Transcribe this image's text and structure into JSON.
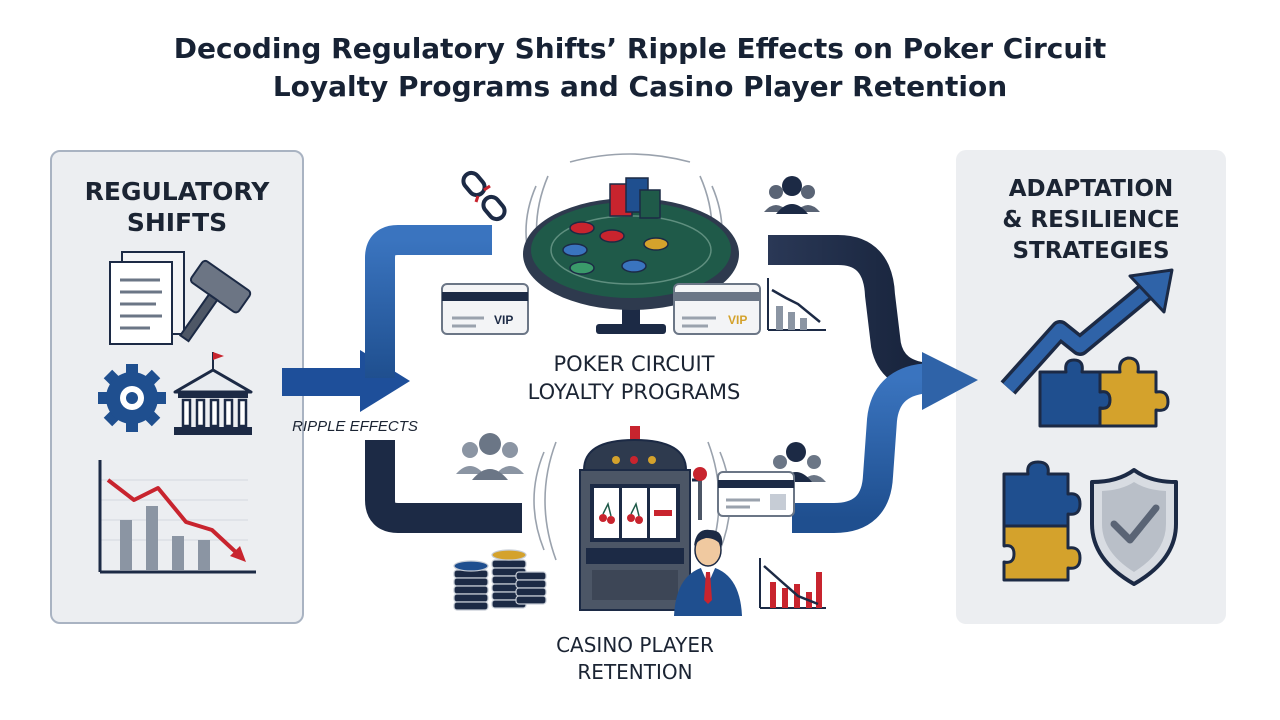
{
  "title_line1": "Decoding Regulatory Shifts’ Ripple Effects on Poker Circuit",
  "title_line2": "Loyalty Programs and Casino Player Retention",
  "left_panel": {
    "line1": "REGULATORY",
    "line2": "SHIFTS"
  },
  "ripple_label": "RIPPLE EFFECTS",
  "poker": {
    "line1": "POKER CIRCUIT",
    "line2": "LOYALTY PROGRAMS"
  },
  "casino": {
    "line1": "CASINO PLAYER",
    "line2": "RETENTION"
  },
  "right_panel": {
    "line1": "ADAPTATION",
    "line2": "& RESILIENCE",
    "line3": "STRATEGIES"
  },
  "vip_card_left": "VIP",
  "vip_card_right": "VIP",
  "colors": {
    "navy": "#1c2a45",
    "blue": "#2f63a8",
    "gold": "#d4a22c",
    "red": "#c8242e",
    "felt": "#1f5a49"
  }
}
